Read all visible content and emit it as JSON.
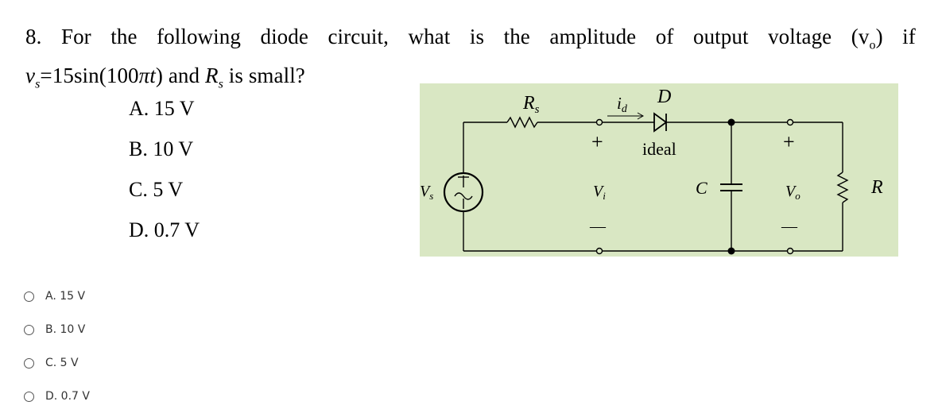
{
  "question": {
    "line1_words": [
      "8.",
      "For",
      "the",
      "following",
      "diode",
      "circuit,",
      "what",
      "is",
      "the",
      "amplitude",
      "of",
      "output",
      "voltage",
      "(v",
      "o",
      ")",
      "if"
    ],
    "line2": {
      "vs": "v",
      "vs_sub": "s",
      "eq": "=15sin(100",
      "pi": "π",
      "t": "t",
      "close": ") and ",
      "rs": "R",
      "rs_sub": "s",
      "tail": " is small?"
    }
  },
  "inline_options": [
    "A. 15 V",
    "B. 10 V",
    "C. 5 V",
    "D. 0.7 V"
  ],
  "circuit": {
    "rs_label": "R",
    "rs_sub": "s",
    "id_label": "i",
    "id_sub": "d",
    "d_label": "D",
    "ideal_label": "ideal",
    "vs_label": "V",
    "vs_sub": "s",
    "vi_label": "V",
    "vi_sub": "i",
    "c_label": "C",
    "vo_label": "V",
    "vo_sub": "o",
    "r_label": "R",
    "plus": "+",
    "minus": "—"
  },
  "answer_choices": [
    {
      "label": "A. 15 V"
    },
    {
      "label": "B. 10 V"
    },
    {
      "label": "C. 5 V"
    },
    {
      "label": "D. 0.7 V"
    }
  ]
}
